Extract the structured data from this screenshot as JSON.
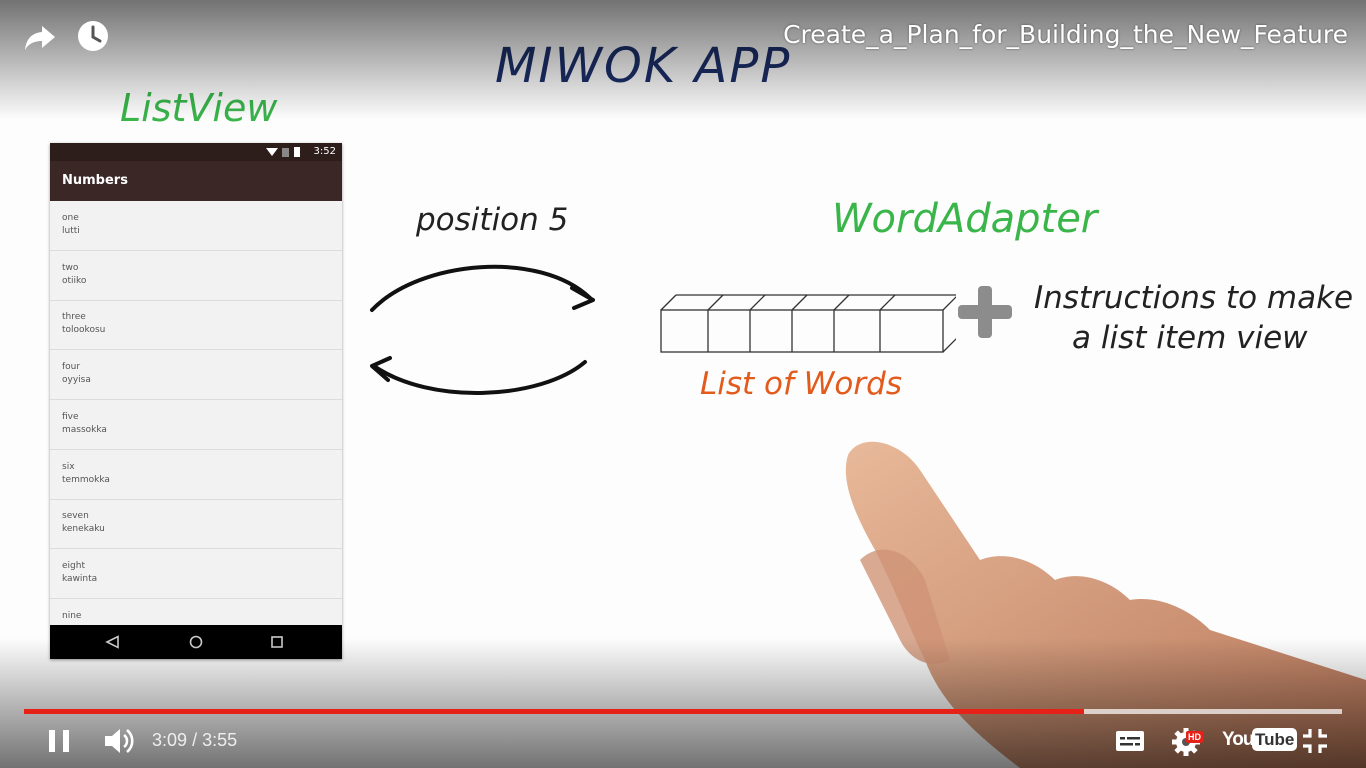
{
  "player": {
    "video_title": "Create_a_Plan_for_Building_the_New_Feature",
    "current_time": "3:09",
    "separator": "/",
    "duration": "3:55",
    "progress_fraction": 0.804,
    "buffered_fraction": 1.0,
    "hd_badge": "HD",
    "logo_you": "You",
    "logo_tube": "Tube",
    "accent_color": "#e62117",
    "icons": [
      "share-icon",
      "watch-later-icon",
      "pause-icon",
      "volume-icon",
      "captions-icon",
      "settings-icon",
      "youtube-logo",
      "exit-fullscreen-icon"
    ]
  },
  "slide": {
    "heading": "MIWOK APP",
    "listview_label": "ListView",
    "position_label": "position 5",
    "adapter_label": "WordAdapter",
    "instructions_line1": "Instructions to make",
    "instructions_line2": "a list item view",
    "list_label": "List of Words",
    "colors": {
      "green": "#39b54a",
      "navy": "#1c2f6b",
      "orange": "#e25a1c"
    }
  },
  "phone": {
    "status_time": "3:52",
    "app_title": "Numbers",
    "items": [
      {
        "english": "one",
        "miwok": "lutti"
      },
      {
        "english": "two",
        "miwok": "otiiko"
      },
      {
        "english": "three",
        "miwok": "tolookosu"
      },
      {
        "english": "four",
        "miwok": "oyyisa"
      },
      {
        "english": "five",
        "miwok": "massokka"
      },
      {
        "english": "six",
        "miwok": "temmokka"
      },
      {
        "english": "seven",
        "miwok": "kenekaku"
      },
      {
        "english": "eight",
        "miwok": "kawinta"
      },
      {
        "english": "nine",
        "miwok": ""
      }
    ]
  }
}
